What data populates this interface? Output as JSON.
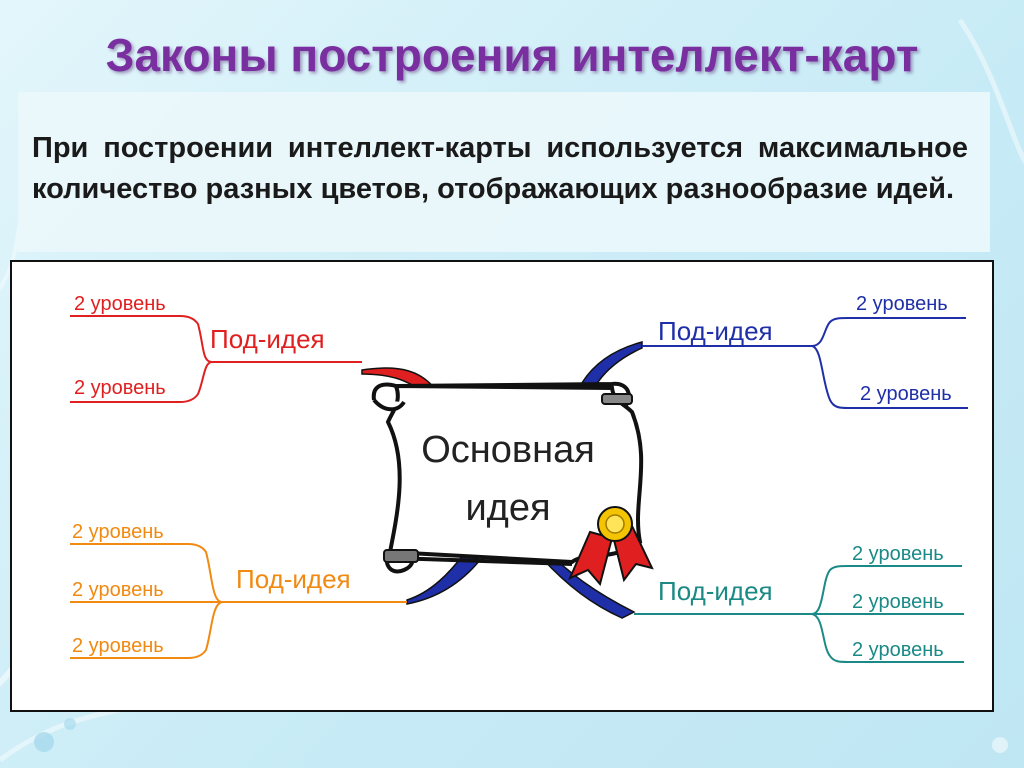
{
  "slide": {
    "title": "Законы построения интеллект-карт",
    "body_text": "При построении интеллект-карты используется максимальное количество разных цветов, отображающих разнообразие идей."
  },
  "mindmap": {
    "central": {
      "line1": "Основная",
      "line2": "идея"
    },
    "branches": {
      "top_left": {
        "label": "Под-идея",
        "color": "#e02020",
        "sub": [
          "2 уровень",
          "2 уровень"
        ]
      },
      "top_right": {
        "label": "Под-идея",
        "color": "#1f2fa8",
        "sub": [
          "2 уровень",
          "2 уровень"
        ]
      },
      "bottom_left": {
        "label": "Под-идея",
        "color": "#f08a12",
        "sub": [
          "2 уровень",
          "2 уровень",
          "2 уровень"
        ]
      },
      "bottom_right": {
        "label": "Под-идея",
        "color": "#1b8a86",
        "sub": [
          "2 уровень",
          "2 уровень",
          "2 уровень"
        ]
      }
    }
  }
}
